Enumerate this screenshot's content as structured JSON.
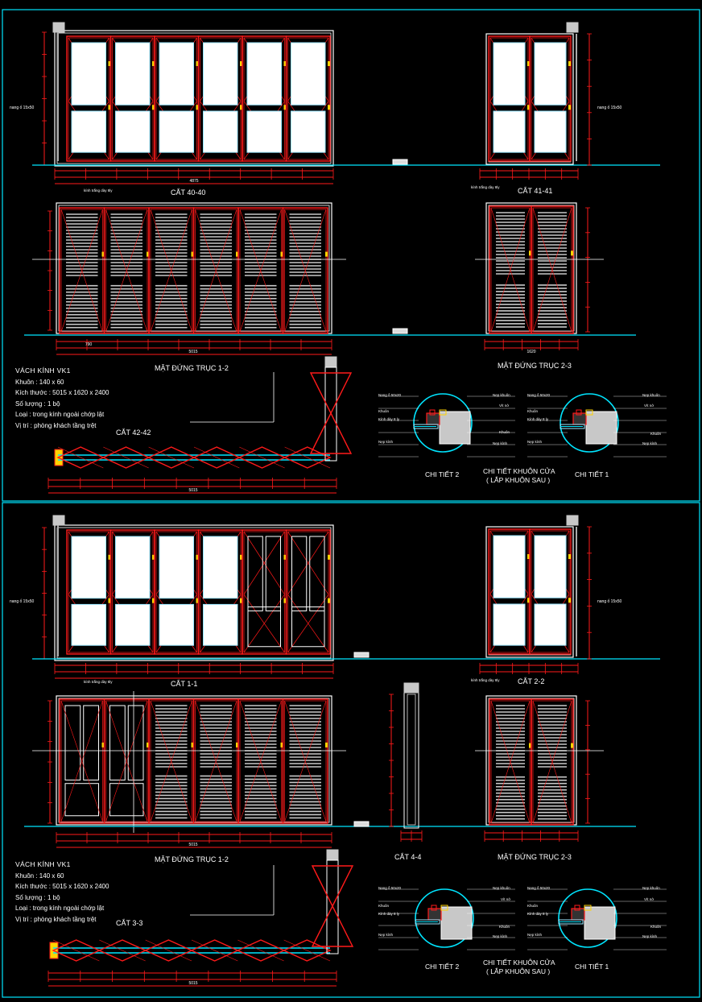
{
  "sheet1": {
    "section_top_left": "CẮT 40-40",
    "section_top_right": "CẮT 41-41",
    "elev_left": "MẶT ĐỨNG TRỤC 1-2",
    "elev_right": "MẶT ĐỨNG TRỤC 2-3",
    "plan_label": "CẮT 42-42",
    "detail_title_1": "CHI TIẾT KHUÔN CỬA",
    "detail_title_2": "( LẮP KHUÔN SAU )",
    "detail_a": "CHI TIẾT 2",
    "detail_b": "CHI TIẾT 1",
    "nang_label": "nang ố 15x50",
    "glass_label": "kính trắng dày 8ly",
    "dim_total": "5015",
    "dim_total_b": "4875",
    "dim_panel": "790",
    "dim_right": "1620"
  },
  "sheet2": {
    "section_top_left": "CẮT 1-1",
    "section_top_right": "CẮT 2-2",
    "elev_left": "MẶT ĐỨNG TRỤC 1-2",
    "elev_right": "MẶT ĐỨNG TRỤC 2-3",
    "mid_label": "CẮT 4-4",
    "plan_label": "CẮT 3-3",
    "detail_title_1": "CHI TIẾT KHUÔN CỬA",
    "detail_title_2": "( LẮP KHUÔN SAU )",
    "detail_a": "CHI TIẾT 2",
    "detail_b": "CHI TIẾT 1"
  },
  "spec": {
    "title": "VÁCH KÍNH VK1",
    "frame": "Khuôn : 140 x 60",
    "size": "Kích thước : 5015 x 1620 x 2400",
    "qty": "Số lượng : 1 bộ",
    "type": "Loại : trong kính ngoài chớp lật",
    "pos": "Vị trí : phòng khách tầng trệt"
  },
  "detail_notes": {
    "nep": "Nẹp khuôn",
    "nep2": "Nẹp kính",
    "nang": "Nang ố 50x20",
    "khuon": "Khuôn",
    "kinh": "Kính dày 8 ly",
    "vit": "Vít nở"
  },
  "colors": {
    "frame": "#ff1a1a",
    "glass": "#ffffff",
    "accent": "#00e5ff",
    "louver": "#c8c8c8",
    "yellow": "#ffd400"
  }
}
